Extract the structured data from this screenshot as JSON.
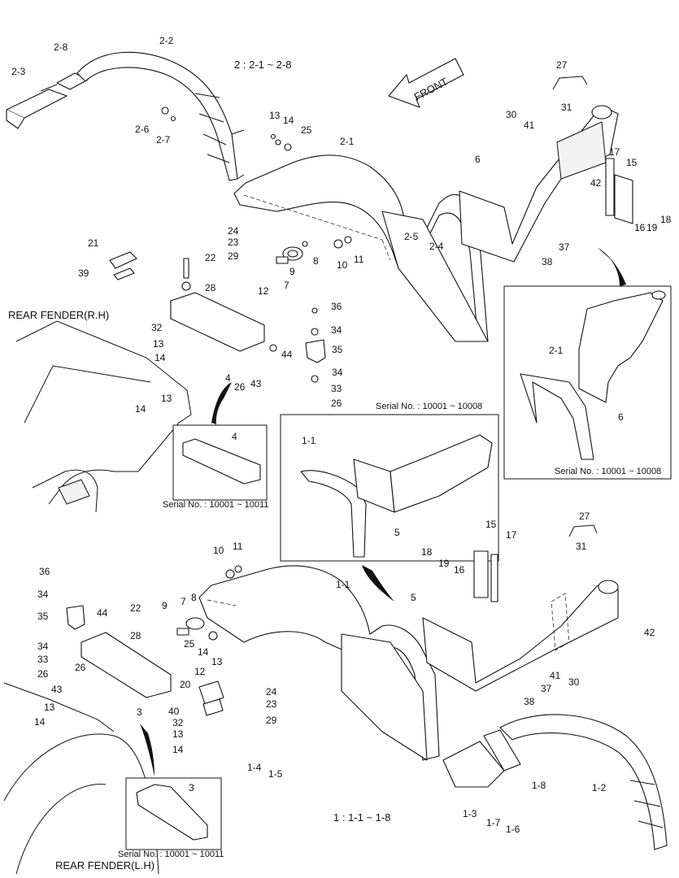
{
  "diagram": {
    "group_notes": {
      "top": "2 : 2-1 ~ 2-8",
      "bottom": "1 : 1-1 ~ 1-8"
    },
    "front_arrow": "FRONT",
    "assembly_labels": {
      "rh": "REAR FENDER(R.H)",
      "lh": "REAR FENDER(L.H)"
    },
    "serial_notes": {
      "s1": "Serial No. : 10001 ~ 10008",
      "s2": "Serial No. : 10001 ~ 10008",
      "s3": "Serial No. : 10001 ~ 10011",
      "s4": "Serial No. : 10001 ~ 10011"
    },
    "callouts": {
      "top": [
        "2-3",
        "2-8",
        "2-2",
        "2-6",
        "2-7",
        "13",
        "14",
        "25",
        "2-1",
        "27",
        "30",
        "41",
        "31",
        "6",
        "17",
        "15",
        "42",
        "16",
        "19",
        "18",
        "37",
        "38",
        "24",
        "23",
        "29",
        "2-5",
        "2-4",
        "21",
        "39",
        "22",
        "8",
        "10",
        "11",
        "7",
        "9",
        "28",
        "12",
        "36",
        "32",
        "13",
        "14",
        "34",
        "35",
        "44",
        "4",
        "26",
        "43",
        "34",
        "33",
        "26",
        "13",
        "14",
        "2-1",
        "6",
        "4",
        "1-1",
        "5"
      ],
      "bottom": [
        "27",
        "31",
        "18",
        "19",
        "16",
        "15",
        "17",
        "10",
        "11",
        "36",
        "34",
        "35",
        "44",
        "22",
        "9",
        "7",
        "8",
        "28",
        "25",
        "14",
        "12",
        "13",
        "1-1",
        "5",
        "42",
        "34",
        "33",
        "26",
        "43",
        "26",
        "20",
        "3",
        "40",
        "13",
        "14",
        "32",
        "13",
        "14",
        "24",
        "23",
        "29",
        "41",
        "30",
        "37",
        "38",
        "1-4",
        "1-5",
        "1-8",
        "1-2",
        "1-3",
        "1-7",
        "1-6",
        "3"
      ]
    }
  }
}
